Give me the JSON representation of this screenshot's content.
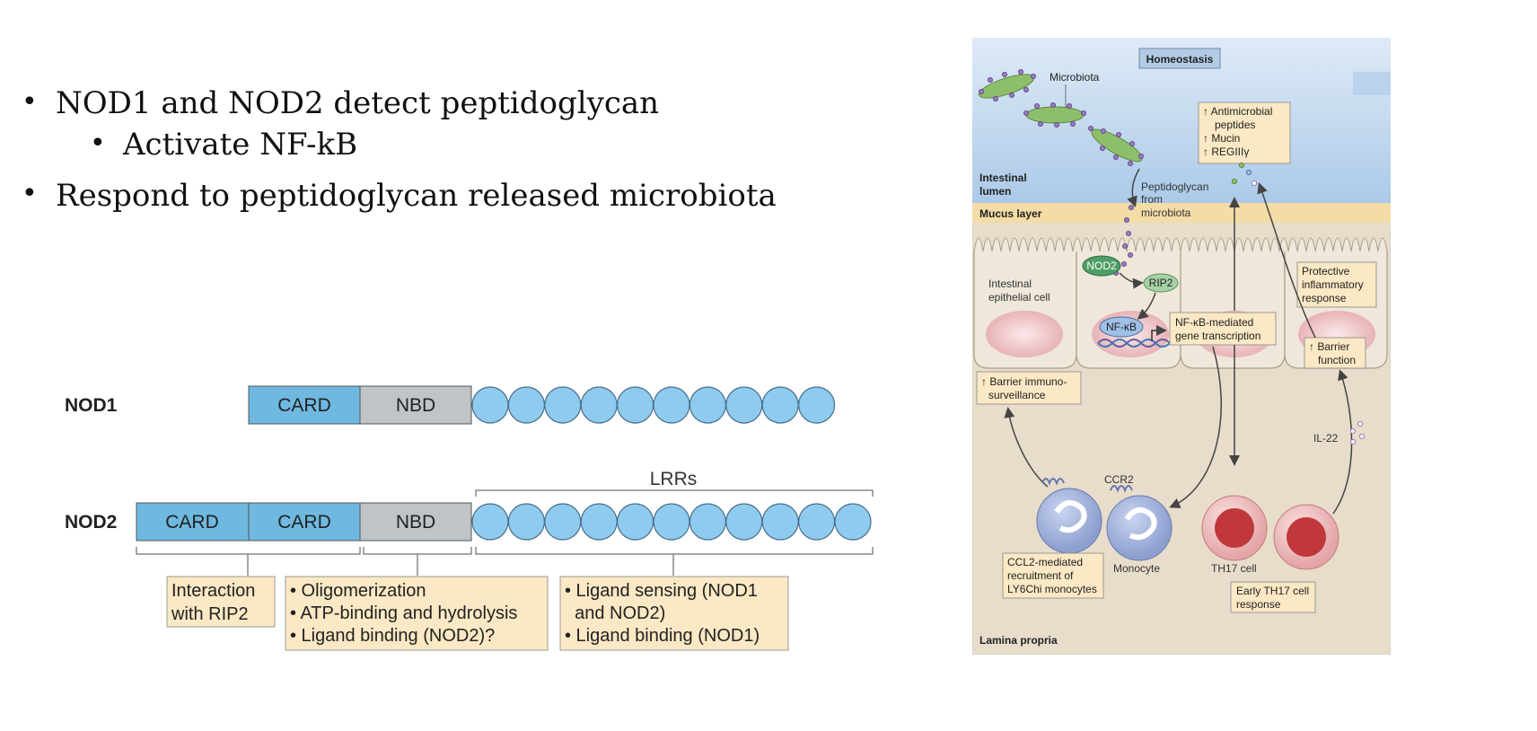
{
  "slide": {
    "bullets": [
      {
        "text": "NOD1 and NOD2 detect peptidoglycan"
      },
      {
        "text": "Activate NF-kB"
      },
      {
        "text": "Respond to peptidoglycan released microbiota"
      }
    ]
  },
  "domains": {
    "nod1_label": "NOD1",
    "nod2_label": "NOD2",
    "card": "CARD",
    "nbd": "NBD",
    "lrrs": "LRRs",
    "box1": [
      "Interaction",
      "with RIP2"
    ],
    "box2": [
      "• Oligomerization",
      "• ATP-binding and hydrolysis",
      "• Ligand binding (NOD2)?"
    ],
    "box3": [
      "• Ligand sensing (NOD1",
      "  and NOD2)",
      "• Ligand binding (NOD1)"
    ]
  },
  "pathway": {
    "homeostasis": "Homeostasis",
    "microbiota": "Microbiota",
    "antimicrobial": [
      "↑ Antimicrobial",
      "peptides",
      "↑ Mucin",
      "↑ REGIIIγ"
    ],
    "intestinal_lumen": [
      "Intestinal",
      "lumen"
    ],
    "peptidoglycan": [
      "Peptidoglycan",
      "from",
      "microbiota"
    ],
    "mucus_layer": "Mucus layer",
    "nod2": "NOD2",
    "rip2": "RIP2",
    "iec": [
      "Intestinal",
      "epithelial cell"
    ],
    "nfkb": "NF-κB",
    "nfkb_transcription": [
      "NF-κB-mediated",
      "gene transcription"
    ],
    "protective": [
      "Protective",
      "inflammatory",
      "response"
    ],
    "barrier_function": [
      "↑ Barrier",
      "function"
    ],
    "barrier_immuno": [
      "↑ Barrier immuno-",
      "surveillance"
    ],
    "il22": "IL-22",
    "ccr2": "CCR2",
    "monocyte": "Monocyte",
    "th17_cell": "TH17 cell",
    "ccl2": [
      "CCL2-mediated",
      "recruitment of",
      "LY6Chi monocytes"
    ],
    "early_th17": [
      "Early TH17 cell",
      "response"
    ],
    "lamina_propria": "Lamina propria"
  },
  "colors": {
    "card_fill": "#6fb8e0",
    "nbd_fill": "#bfc4c9",
    "lrr_fill": "#8ecbee",
    "box_fill": "#fbe8c4",
    "lumen_top": "#d6e6f5",
    "tissue": "#e6dbc8"
  }
}
